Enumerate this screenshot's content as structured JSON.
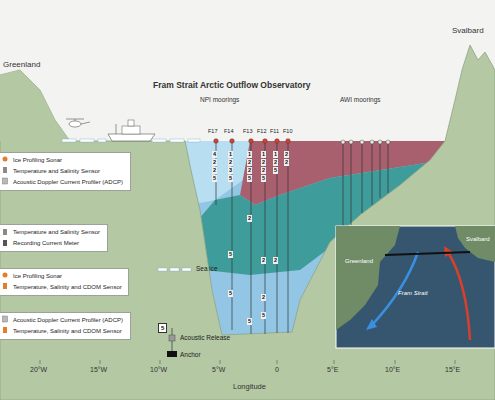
{
  "diagram": {
    "title": "Fram Strait Arctic Outflow Observatory",
    "nodes": [
      {
        "text": [
          "Ice Profiling Sonar",
          "Temperature and Salinity Sensor",
          "Acoustic Doppler Current Profiler (ADCP)"
        ]
      },
      {
        "text": [
          "Temperature and Salinity Sensor",
          "Recording Current Meter"
        ]
      },
      {
        "text": [
          "Ice Profiling Sonar",
          "Temperature, Salinity and CDOM Sensor"
        ]
      },
      {
        "text": [
          "Acoustic Doppler Current Profiler (ADCP)",
          "Temperature, Salinity and CDOM Sensor"
        ]
      }
    ],
    "labels": [
      "Greenland",
      "NPI moorings",
      "AWI moorings",
      "Svalbard",
      "F17",
      "F14",
      "F13",
      "F12",
      "F11",
      "F10",
      "4",
      "2",
      "2",
      "5",
      "1",
      "2",
      "3",
      "5",
      "1",
      "2",
      "2",
      "5",
      "1",
      "2",
      "2",
      "5",
      "1",
      "2",
      "5",
      "2",
      "2",
      "2",
      "5",
      "2",
      "2",
      "5",
      "2",
      "5",
      "5",
      "5",
      "20°W",
      "15°W",
      "10°W",
      "5°W",
      "0",
      "5°E",
      "10°E",
      "15°E",
      "Longitude",
      "Greenland",
      "Fram Strait",
      "Svalbard"
    ],
    "legend": [
      {
        "text": "Sea ice"
      },
      {
        "text": "Acoustic Release"
      },
      {
        "text": "Anchor"
      }
    ]
  }
}
